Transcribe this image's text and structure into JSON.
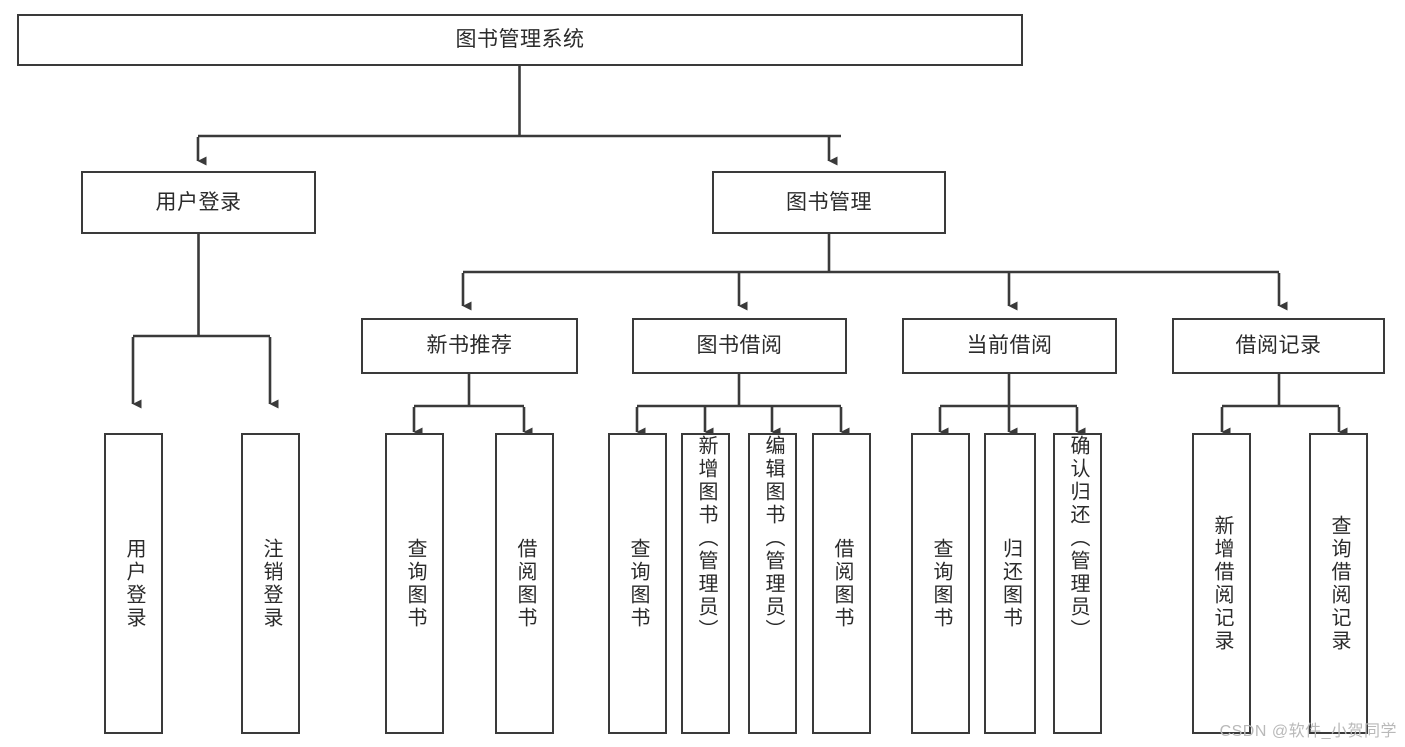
{
  "diagram": {
    "type": "hierarchy-tree",
    "root": {
      "id": "root",
      "label": "图书管理系统"
    },
    "level2": [
      {
        "id": "user-login",
        "label": "用户登录"
      },
      {
        "id": "book-manage",
        "label": "图书管理"
      }
    ],
    "level3": [
      {
        "id": "new-book-rec",
        "label": "新书推荐",
        "parent": "book-manage"
      },
      {
        "id": "book-borrow",
        "label": "图书借阅",
        "parent": "book-manage"
      },
      {
        "id": "current-borrow",
        "label": "当前借阅",
        "parent": "book-manage"
      },
      {
        "id": "borrow-record",
        "label": "借阅记录",
        "parent": "book-manage"
      }
    ],
    "leaves": [
      {
        "id": "leaf-user-login",
        "label": "用户登录",
        "parent": "user-login"
      },
      {
        "id": "leaf-logout",
        "label": "注销登录",
        "parent": "user-login"
      },
      {
        "id": "leaf-query-book-1",
        "label": "查询图书",
        "parent": "new-book-rec"
      },
      {
        "id": "leaf-borrow-book-1",
        "label": "借阅图书",
        "parent": "new-book-rec"
      },
      {
        "id": "leaf-query-book-2",
        "label": "查询图书",
        "parent": "book-borrow"
      },
      {
        "id": "leaf-add-book",
        "label": "新增图书（管理员）",
        "parent": "book-borrow"
      },
      {
        "id": "leaf-edit-book",
        "label": "编辑图书（管理员）",
        "parent": "book-borrow"
      },
      {
        "id": "leaf-borrow-book-2",
        "label": "借阅图书",
        "parent": "book-borrow"
      },
      {
        "id": "leaf-query-book-3",
        "label": "查询图书",
        "parent": "current-borrow"
      },
      {
        "id": "leaf-return-book",
        "label": "归还图书",
        "parent": "current-borrow"
      },
      {
        "id": "leaf-confirm-return",
        "label": "确认归还（管理员）",
        "parent": "current-borrow"
      },
      {
        "id": "leaf-add-record",
        "label": "新增借阅记录",
        "parent": "borrow-record"
      },
      {
        "id": "leaf-query-record",
        "label": "查询借阅记录",
        "parent": "borrow-record"
      }
    ]
  },
  "watermark": {
    "text": "CSDN @软件_小贺同学"
  },
  "colors": {
    "background": "#ffffff",
    "box_border": "#3a3a3a",
    "box_fill": "#ffffff",
    "text": "#2b2b2b",
    "connector": "#3a3a3a",
    "watermark": "#b9b9b9"
  }
}
